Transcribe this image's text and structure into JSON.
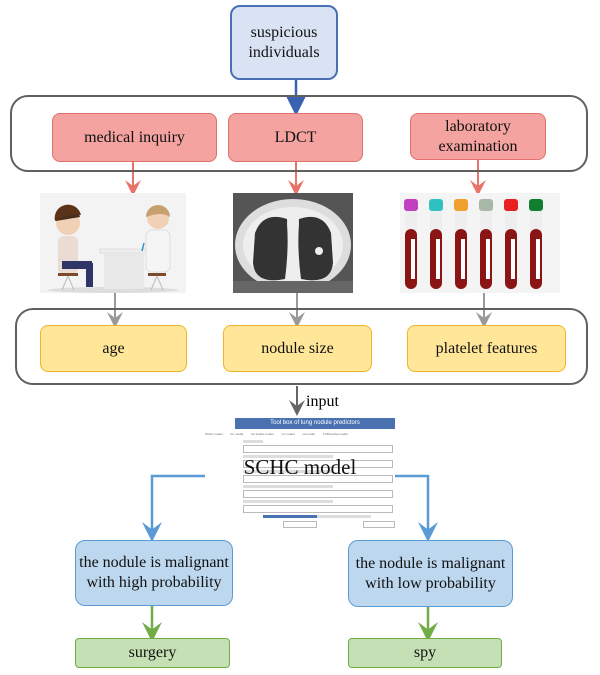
{
  "top": {
    "label": "suspicious individuals"
  },
  "sources": [
    {
      "label": "medical inquiry",
      "image": "doctor-patient-consultation"
    },
    {
      "label": "LDCT",
      "image": "chest-ct-scan"
    },
    {
      "label": "laboratory examination",
      "image": "blood-sample-tubes"
    }
  ],
  "features": [
    {
      "label": "age"
    },
    {
      "label": "nodule size"
    },
    {
      "label": "platelet features"
    }
  ],
  "input_label": "input",
  "model": {
    "label": "SCHC model",
    "tool_title": "Tool box of lung nodule predictors",
    "tabs": [
      "SCHC model",
      "lcc model",
      "lcc-simple model",
      "rcc model",
      "ca model",
      "TCR/methyl model"
    ]
  },
  "outcomes": [
    {
      "label": "the nodule is malignant with high probability",
      "action": "surgery"
    },
    {
      "label": "the nodule is malignant with low probability",
      "action": "spy"
    }
  ],
  "colors": {
    "top": "#dae3f3",
    "source": "#f4a3a0",
    "feature": "#ffe699",
    "outcome": "#bdd7ee",
    "action": "#c5e0b4"
  }
}
